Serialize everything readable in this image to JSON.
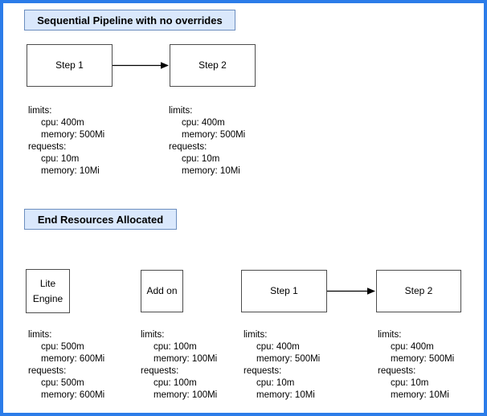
{
  "colors": {
    "page_border": "#2b7ce9",
    "title_fill": "#dae8fc",
    "title_border": "#6c8ebf",
    "node_border": "#4d4d4d",
    "arrow": "#000000",
    "text": "#000000"
  },
  "sections": [
    {
      "title": "Sequential Pipeline with no overrides",
      "boxes": [
        {
          "label": "Step 1"
        },
        {
          "label": "Step 2"
        }
      ],
      "resources": [
        [
          "limits:",
          "cpu: 400m",
          "memory: 500Mi",
          "requests:",
          "cpu: 10m",
          "memory: 10Mi"
        ],
        [
          "limits:",
          "cpu: 400m",
          "memory: 500Mi",
          "requests:",
          "cpu: 10m",
          "memory: 10Mi"
        ]
      ]
    },
    {
      "title": "End Resources Allocated",
      "boxes": [
        {
          "label": "Lite Engine"
        },
        {
          "label": "Add on"
        },
        {
          "label": "Step 1"
        },
        {
          "label": "Step 2"
        }
      ],
      "resources": [
        [
          "limits:",
          "cpu: 500m",
          "memory: 600Mi",
          "requests:",
          "cpu: 500m",
          "memory: 600Mi"
        ],
        [
          "limits:",
          "cpu: 100m",
          "memory: 100Mi",
          "requests:",
          "cpu: 100m",
          "memory: 100Mi"
        ],
        [
          "limits:",
          "cpu: 400m",
          "memory: 500Mi",
          "requests:",
          "cpu: 10m",
          "memory: 10Mi"
        ],
        [
          "limits:",
          "cpu: 400m",
          "memory: 500Mi",
          "requests:",
          "cpu: 10m",
          "memory: 10Mi"
        ]
      ]
    }
  ]
}
